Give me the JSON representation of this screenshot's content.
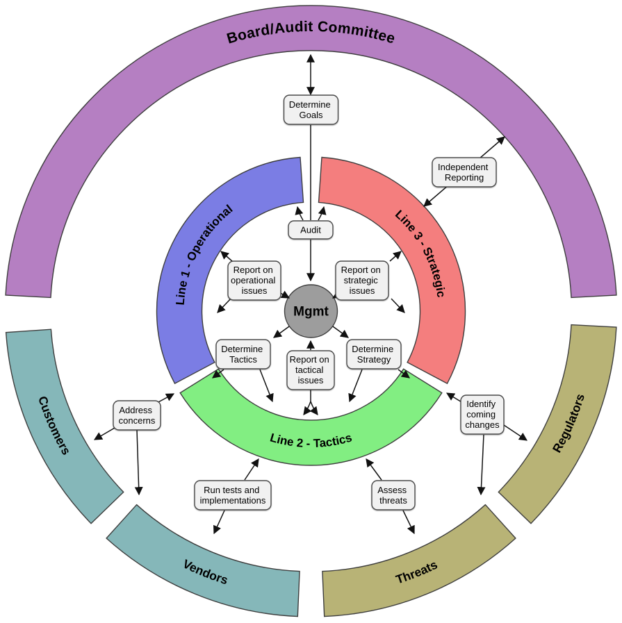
{
  "outer_ring": {
    "board": {
      "label": "Board/Audit Committee",
      "color": "#b57fc2"
    },
    "customers": {
      "label": "Customers",
      "color": "#85b7b9"
    },
    "vendors": {
      "label": "Vendors",
      "color": "#85b7b9"
    },
    "threats": {
      "label": "Threats",
      "color": "#b8b376"
    },
    "regulators": {
      "label": "Regulators",
      "color": "#b8b376"
    }
  },
  "inner_ring": {
    "line1": {
      "label": "Line 1 - Operational",
      "color": "#7b7de4"
    },
    "line2": {
      "label": "Line 2 - Tactics",
      "color": "#82ee82"
    },
    "line3": {
      "label": "Line 3 - Strategic",
      "color": "#f47e7e"
    }
  },
  "center": {
    "label": "Mgmt",
    "color": "#9d9d9d"
  },
  "boxes": {
    "determine_goals": {
      "lines": [
        "Determine",
        "Goals"
      ]
    },
    "independent_reporting": {
      "lines": [
        "Independent",
        "Reporting"
      ]
    },
    "audit": {
      "lines": [
        "Audit"
      ]
    },
    "report_operational": {
      "lines": [
        "Report on",
        "operational",
        "issues"
      ]
    },
    "report_strategic": {
      "lines": [
        "Report on",
        "strategic",
        "issues"
      ]
    },
    "determine_tactics": {
      "lines": [
        "Determine",
        "Tactics"
      ]
    },
    "report_tactical": {
      "lines": [
        "Report on",
        "tactical",
        "issues"
      ]
    },
    "determine_strategy": {
      "lines": [
        "Determine",
        "Strategy"
      ]
    },
    "address_concerns": {
      "lines": [
        "Address",
        "concerns"
      ]
    },
    "identify_changes": {
      "lines": [
        "Identify",
        "coming",
        "changes"
      ]
    },
    "run_tests": {
      "lines": [
        "Run tests and",
        "implementations"
      ]
    },
    "assess_threats": {
      "lines": [
        "Assess",
        "threats"
      ]
    }
  }
}
